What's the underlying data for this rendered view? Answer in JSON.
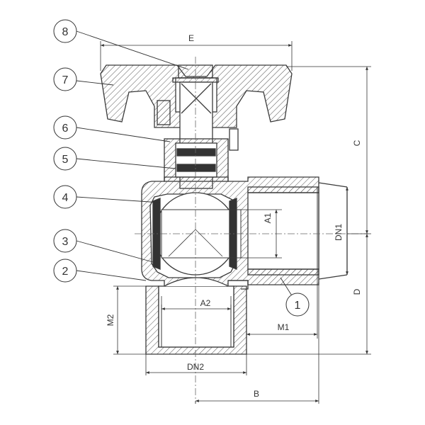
{
  "drawing": {
    "callouts": [
      "8",
      "7",
      "6",
      "5",
      "4",
      "3",
      "2",
      "1"
    ],
    "dimensions": {
      "e": "E",
      "c": "C",
      "d": "D",
      "a1": "A1",
      "dn1": "DN1",
      "a2": "A2",
      "m2": "M2",
      "m1": "M1",
      "dn2": "DN2",
      "b": "B"
    },
    "colors": {
      "line": "#3a3a3a",
      "hatch": "#555555",
      "paper": "#ffffff"
    }
  }
}
